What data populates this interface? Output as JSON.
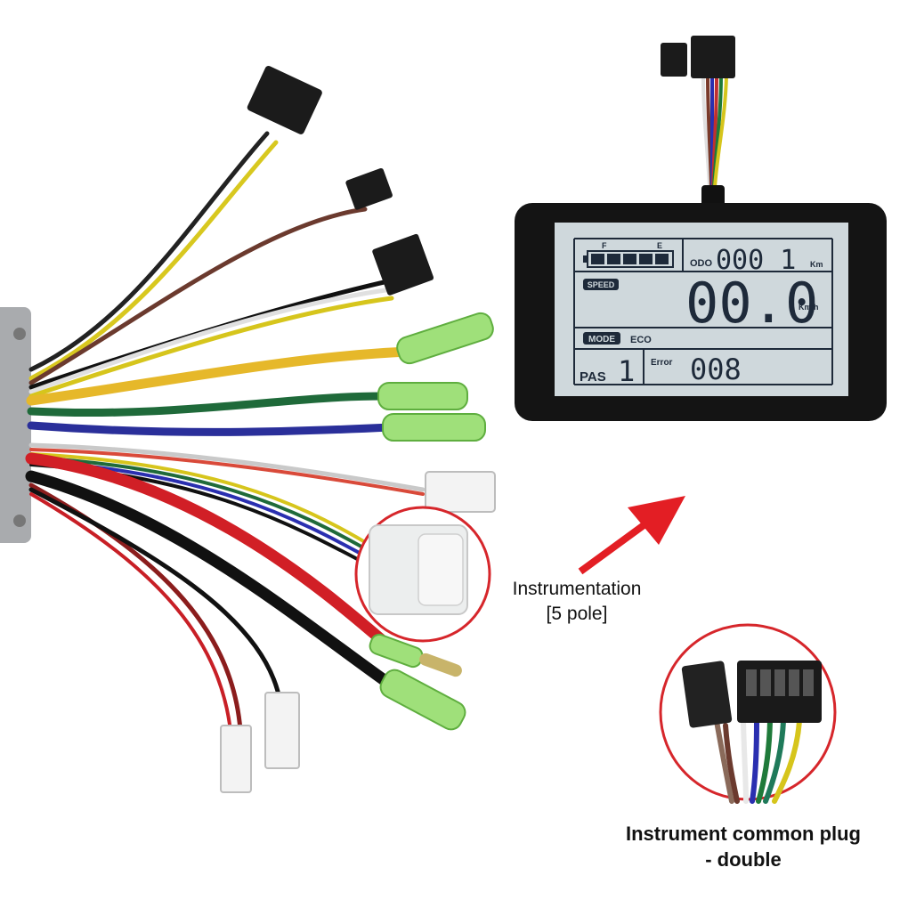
{
  "display": {
    "battery_full": "F",
    "battery_empty": "E",
    "odo_label": "ODO",
    "odo_value": "000 1",
    "odo_unit": "Km",
    "speed_label": "SPEED",
    "speed_value": "00.0",
    "speed_unit": "Km/h",
    "mode_label": "MODE",
    "mode_value": "ECO",
    "pas_label": "PAS",
    "pas_value": "1",
    "error_label": "Error",
    "error_value": "008",
    "battery_bars": 5
  },
  "captions": {
    "instrumentation_line1": "Instrumentation",
    "instrumentation_line2": "[5 pole]",
    "plug_line1": "Instrument common plug",
    "plug_line2": "- double"
  },
  "colors": {
    "highlight_circle": "#d6262b",
    "arrow": "#e31e24",
    "lcd_background": "#cfd8dc",
    "bezel": "#141414"
  }
}
